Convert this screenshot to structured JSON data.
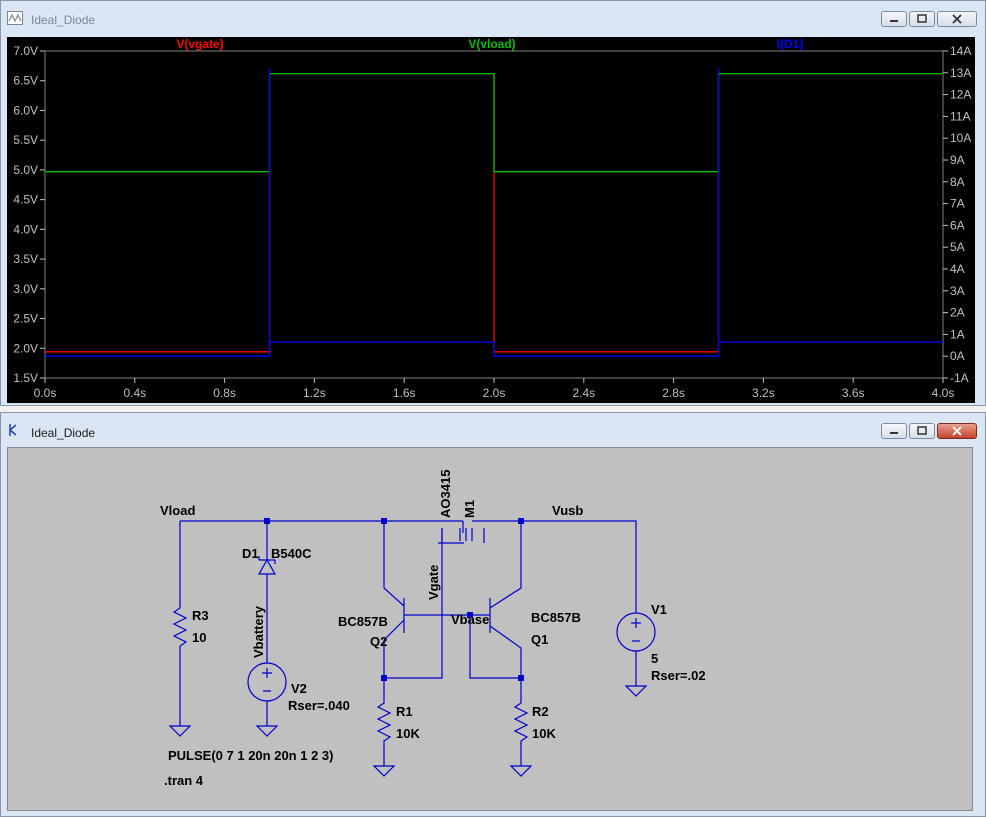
{
  "plot_window": {
    "title": "Ideal_Diode",
    "traces": [
      {
        "label": "V(vgate)",
        "color": "#ff0000"
      },
      {
        "label": "V(vload)",
        "color": "#00c000"
      },
      {
        "label": "I(D1)",
        "color": "#0000ff"
      }
    ],
    "y_left_ticks": [
      "7.0V",
      "6.5V",
      "6.0V",
      "5.5V",
      "5.0V",
      "4.5V",
      "4.0V",
      "3.5V",
      "3.0V",
      "2.5V",
      "2.0V",
      "1.5V"
    ],
    "y_right_ticks": [
      "14A",
      "13A",
      "12A",
      "11A",
      "10A",
      "9A",
      "8A",
      "7A",
      "6A",
      "5A",
      "4A",
      "3A",
      "2A",
      "1A",
      "0A",
      "-1A"
    ],
    "x_ticks": [
      "0.0s",
      "0.4s",
      "0.8s",
      "1.2s",
      "1.6s",
      "2.0s",
      "2.4s",
      "2.8s",
      "3.2s",
      "3.6s",
      "4.0s"
    ]
  },
  "chart_data": {
    "type": "line",
    "xlabel": "",
    "ylabel": "",
    "xlim": [
      0,
      4
    ],
    "ylim": [
      1.5,
      7.0
    ],
    "y2lim": [
      -1,
      14
    ],
    "grid": false,
    "legend": "top",
    "series": [
      {
        "name": "V(vgate)",
        "axis": "left",
        "x": [
          0,
          1,
          1,
          2,
          2,
          2,
          3,
          3,
          4
        ],
        "y": [
          1.94,
          1.94,
          6.62,
          6.62,
          4.27,
          1.94,
          1.94,
          6.62,
          6.62
        ]
      },
      {
        "name": "V(vload)",
        "axis": "left",
        "x": [
          0,
          1,
          1,
          2,
          2,
          3,
          3,
          4
        ],
        "y": [
          4.97,
          4.97,
          6.62,
          6.62,
          4.97,
          4.97,
          6.62,
          6.62
        ]
      },
      {
        "name": "I(D1)",
        "axis": "right",
        "x": [
          0,
          1,
          1,
          1,
          2,
          2,
          3,
          3,
          3,
          4
        ],
        "y": [
          0,
          0,
          13.2,
          0.65,
          0.65,
          0,
          0,
          13.2,
          0.65,
          0.65
        ]
      }
    ]
  },
  "schematic_window": {
    "title": "Ideal_Diode",
    "labels": {
      "vload": "Vload",
      "vusb": "Vusb",
      "vgate": "Vgate",
      "vbase": "Vbase",
      "vbattery": "Vbattery",
      "d1_name": "D1",
      "d1_value": "B540C",
      "m1_value": "AO3415",
      "m1_name": "M1",
      "q2_value": "BC857B",
      "q2_name": "Q2",
      "q1_value": "BC857B",
      "q1_name": "Q1",
      "r3_name": "R3",
      "r3_value": "10",
      "r1_name": "R1",
      "r1_value": "10K",
      "r2_name": "R2",
      "r2_value": "10K",
      "v1_name": "V1",
      "v1_value": "5",
      "v1_rser": "Rser=.02",
      "v2_name": "V2",
      "v2_rser": "Rser=.040",
      "pulse": "PULSE(0 7 1 20n 20n 1 2 3)",
      "tran": ".tran 4"
    }
  }
}
